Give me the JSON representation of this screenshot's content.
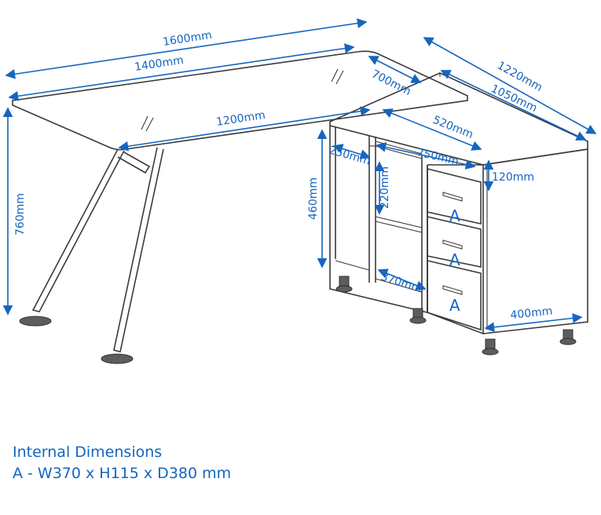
{
  "dimensions": {
    "d1600": "1600mm",
    "d1400": "1400mm",
    "d1200": "1200mm",
    "d700": "700mm",
    "d1220": "1220mm",
    "d1050": "1050mm",
    "d520": "520mm",
    "d750": "750mm",
    "d250": "250mm",
    "d220": "220mm",
    "d120": "120mm",
    "d460": "460mm",
    "d760": "760mm",
    "d370": "370mm",
    "d400": "400mm"
  },
  "drawer_label": "A",
  "notes": {
    "title": "Internal Dimensions",
    "line": "A - W370 x H115 x D380 mm"
  },
  "colors": {
    "dimension": "#1565c0",
    "outline": "#3a3a3a"
  }
}
